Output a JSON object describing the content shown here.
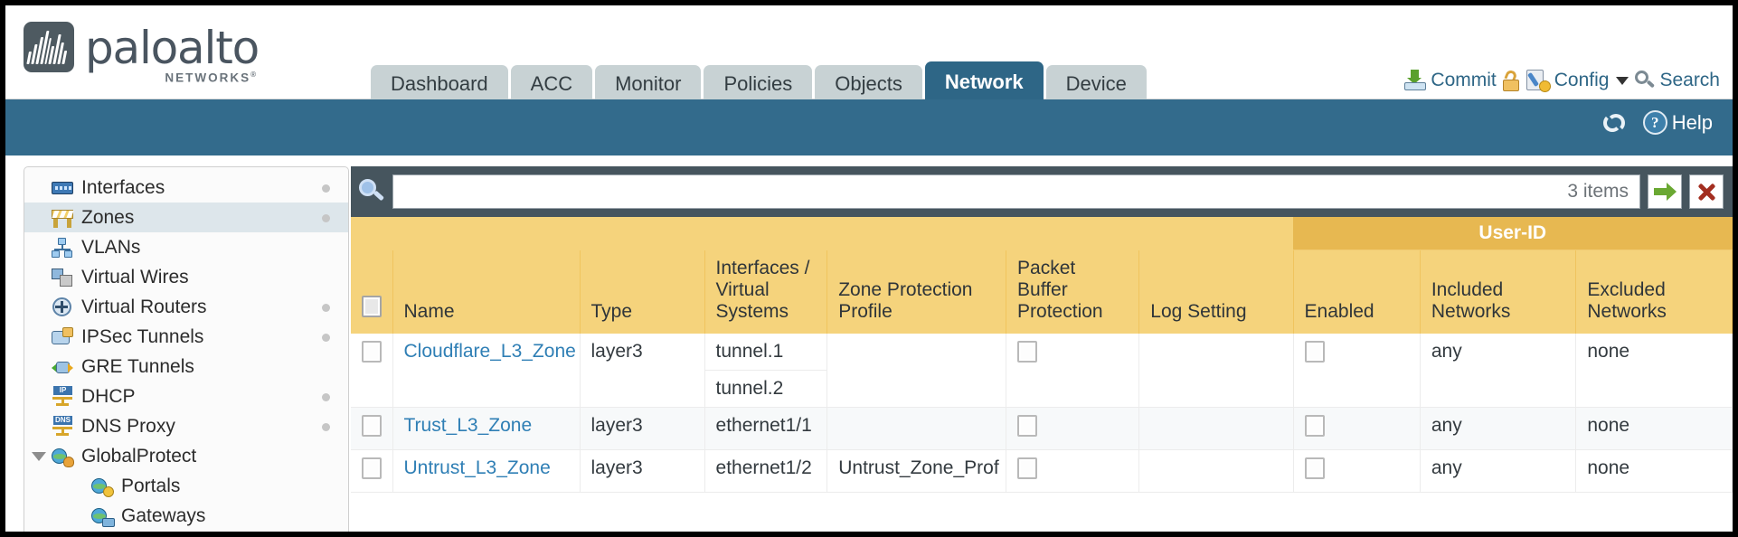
{
  "brand": {
    "name": "paloalto",
    "sub": "NETWORKS",
    "sup": "®"
  },
  "nav": {
    "tabs": [
      {
        "label": "Dashboard",
        "active": false
      },
      {
        "label": "ACC",
        "active": false
      },
      {
        "label": "Monitor",
        "active": false
      },
      {
        "label": "Policies",
        "active": false
      },
      {
        "label": "Objects",
        "active": false
      },
      {
        "label": "Network",
        "active": true
      },
      {
        "label": "Device",
        "active": false
      }
    ]
  },
  "topright": {
    "commit_label": "Commit",
    "commit_icon": "commit-download-icon",
    "lock_icon": "unlock-icon",
    "config_label": "Config",
    "config_icon": "config-wrench-icon",
    "config_caret": "chevron-down-icon",
    "search_label": "Search",
    "search_icon": "search-icon"
  },
  "blueband": {
    "refresh_icon": "refresh-icon",
    "help_label": "Help",
    "help_icon": "help-question-icon",
    "color": "#336b8c"
  },
  "sidebar": {
    "items": [
      {
        "label": "Interfaces",
        "icon": "interfaces-icon",
        "selected": false,
        "dot": true,
        "child": false,
        "expander": false
      },
      {
        "label": "Zones",
        "icon": "zones-icon",
        "selected": true,
        "dot": true,
        "child": false,
        "expander": false
      },
      {
        "label": "VLANs",
        "icon": "vlans-icon",
        "selected": false,
        "dot": false,
        "child": false,
        "expander": false
      },
      {
        "label": "Virtual Wires",
        "icon": "virtual-wires-icon",
        "selected": false,
        "dot": false,
        "child": false,
        "expander": false
      },
      {
        "label": "Virtual Routers",
        "icon": "virtual-routers-icon",
        "selected": false,
        "dot": true,
        "child": false,
        "expander": false
      },
      {
        "label": "IPSec Tunnels",
        "icon": "ipsec-tunnels-icon",
        "selected": false,
        "dot": true,
        "child": false,
        "expander": false
      },
      {
        "label": "GRE Tunnels",
        "icon": "gre-tunnels-icon",
        "selected": false,
        "dot": false,
        "child": false,
        "expander": false
      },
      {
        "label": "DHCP",
        "icon": "dhcp-icon",
        "selected": false,
        "dot": true,
        "child": false,
        "expander": false
      },
      {
        "label": "DNS Proxy",
        "icon": "dns-proxy-icon",
        "selected": false,
        "dot": true,
        "child": false,
        "expander": false
      },
      {
        "label": "GlobalProtect",
        "icon": "globalprotect-icon",
        "selected": false,
        "dot": false,
        "child": false,
        "expander": true
      },
      {
        "label": "Portals",
        "icon": "portals-icon",
        "selected": false,
        "dot": false,
        "child": true,
        "expander": false
      },
      {
        "label": "Gateways",
        "icon": "gateways-icon",
        "selected": false,
        "dot": false,
        "child": true,
        "expander": false
      }
    ]
  },
  "toolbar": {
    "search_icon": "search-icon",
    "search_value": "",
    "search_placeholder": "",
    "items_count": "3 items",
    "apply_icon": "green-arrow-right-icon",
    "clear_icon": "red-x-icon"
  },
  "table": {
    "group_header": {
      "label": "User-ID",
      "spans": 3,
      "color": "#e7b851"
    },
    "header_color": "#f5d37c",
    "select_all_checkbox": "select-all-checkbox",
    "columns": [
      "Name",
      "Type",
      "Interfaces / Virtual Systems",
      "Zone Protection Profile",
      "Packet Buffer Protection",
      "Log Setting",
      "Enabled",
      "Included Networks",
      "Excluded Networks"
    ],
    "rows": [
      {
        "name": "Cloudflare_L3_Zone",
        "type": "layer3",
        "interfaces": [
          "tunnel.1",
          "tunnel.2"
        ],
        "zone_protection_profile": "",
        "packet_buffer_protection": false,
        "log_setting": "",
        "userid_enabled": false,
        "included_networks": "any",
        "excluded_networks": "none"
      },
      {
        "name": "Trust_L3_Zone",
        "type": "layer3",
        "interfaces": [
          "ethernet1/1"
        ],
        "zone_protection_profile": "",
        "packet_buffer_protection": false,
        "log_setting": "",
        "userid_enabled": false,
        "included_networks": "any",
        "excluded_networks": "none"
      },
      {
        "name": "Untrust_L3_Zone",
        "type": "layer3",
        "interfaces": [
          "ethernet1/2"
        ],
        "zone_protection_profile": "Untrust_Zone_Prof",
        "packet_buffer_protection": false,
        "log_setting": "",
        "userid_enabled": false,
        "included_networks": "any",
        "excluded_networks": "none"
      }
    ]
  }
}
